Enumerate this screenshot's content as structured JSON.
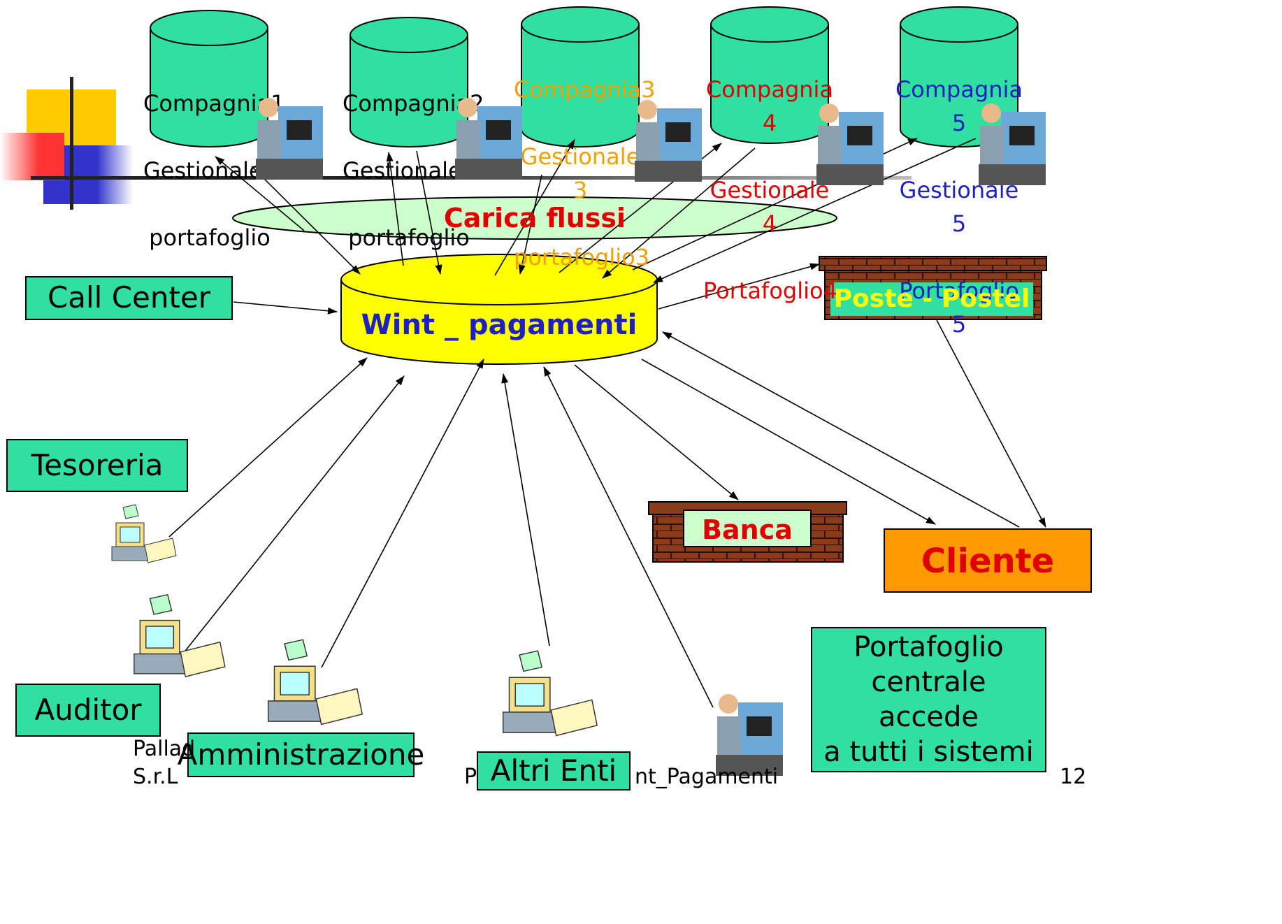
{
  "databases": [
    {
      "lines": [
        "Compagnia1",
        "Gestionale1",
        "portafoglio"
      ],
      "color": "#000000"
    },
    {
      "lines": [
        "Compagnia2",
        "Gestionale2",
        "portafoglio"
      ],
      "color": "#000000"
    },
    {
      "lines": [
        "Compagnia3",
        "Gestionale 3",
        "portafoglio3"
      ],
      "color": "#f0a000"
    },
    {
      "lines": [
        "Compagnia 4",
        "Gestionale 4",
        "Portafoglio4"
      ],
      "color": "#e00000"
    },
    {
      "lines": [
        "Compagnia 5",
        "Gestionale 5",
        "Portafoglio 5"
      ],
      "color": "#2020c0"
    }
  ],
  "bus_label": "Carica flussi",
  "central_db_label": "Wint _ pagamenti",
  "nodes": {
    "call_center": "Call Center",
    "tesoreria": "Tesoreria",
    "auditor": "Auditor",
    "amministrazione": "Amministrazione",
    "altri_enti": "Altri Enti",
    "poste": "Poste - Postel",
    "banca": "Banca",
    "cliente": "Cliente",
    "portafoglio_centrale": "Portafoglio\ncentrale\naccede\na tutti i sistemi"
  },
  "footer": {
    "left": "Pallad\nS.r.L",
    "center_prefix": "P",
    "center_suffix": "nt_Pagamenti",
    "page_number": "12"
  },
  "colors": {
    "db_fill": "#2fe0a0",
    "central_fill": "#ffff00",
    "bus_fill": "#ccffcc",
    "cliente_fill": "#ff9900",
    "brick": "#8b3a1a",
    "accent_red": "#e00000",
    "accent_blue": "#2020c0"
  }
}
